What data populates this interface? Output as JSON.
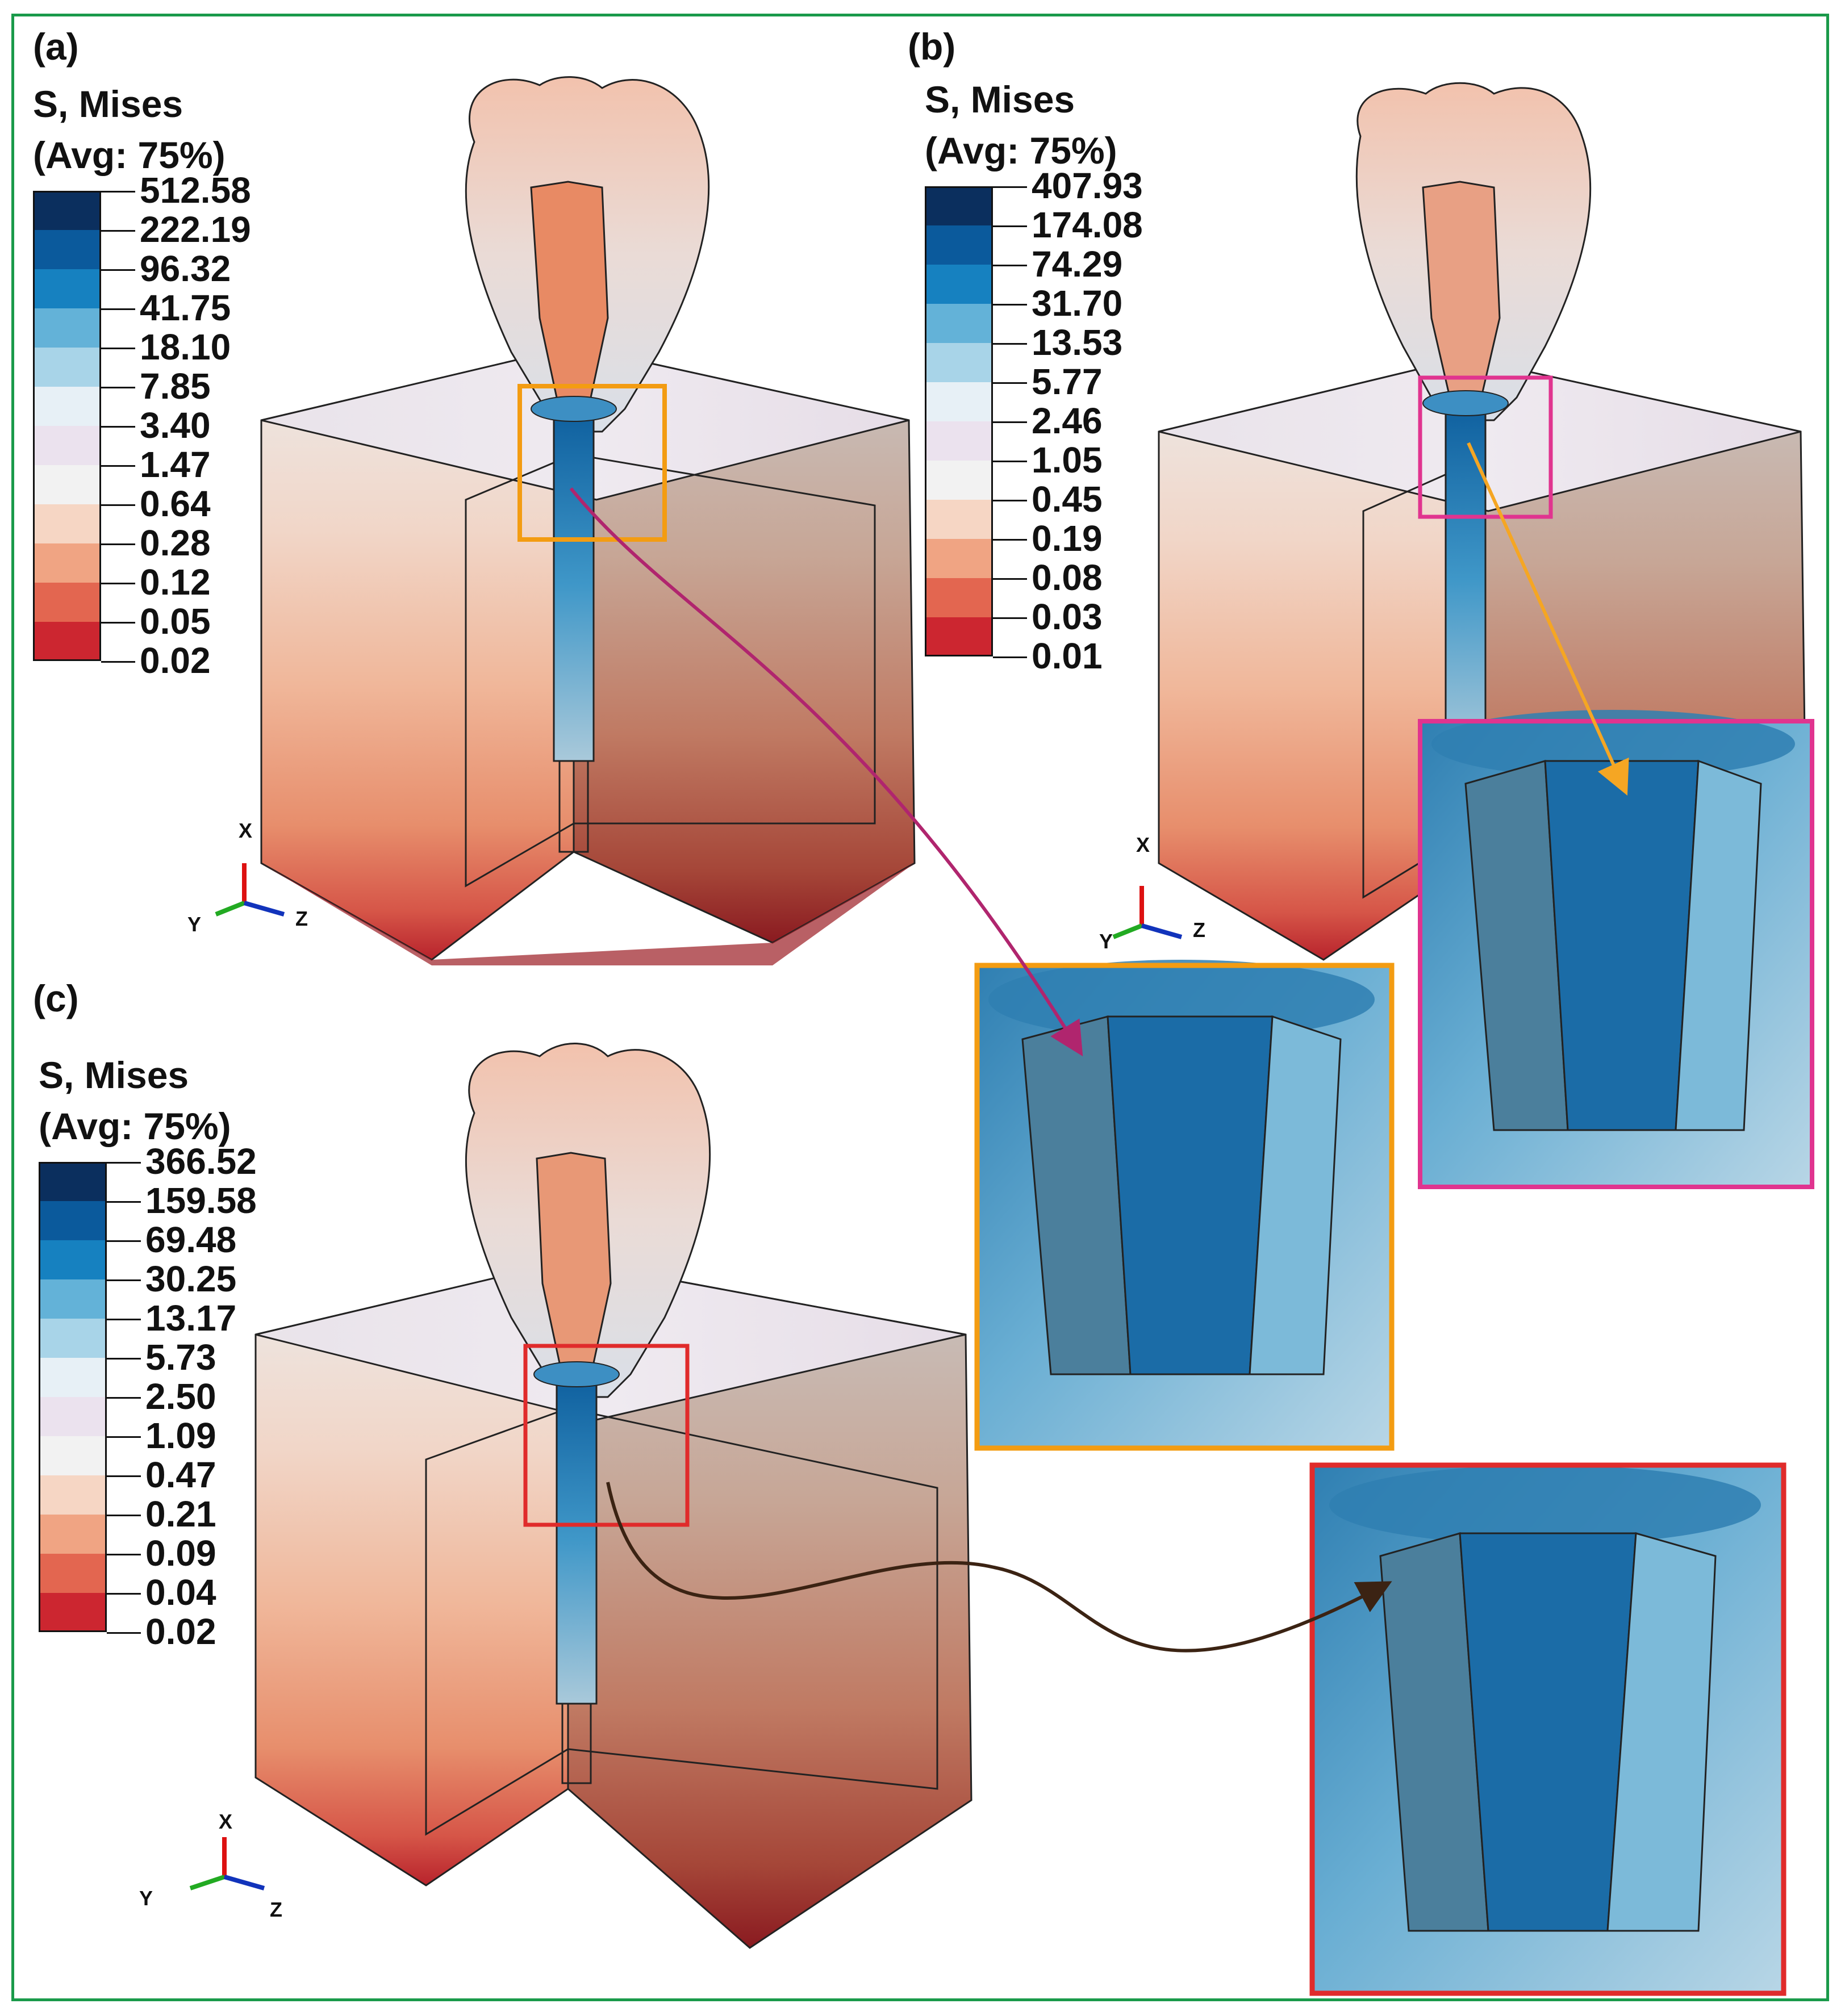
{
  "panels": [
    {
      "label": "(a)",
      "legend": {
        "title_line1": "S, Mises",
        "title_line2": "(Avg: 75%)",
        "values": [
          "512.58",
          "222.19",
          "96.32",
          "41.75",
          "18.10",
          "7.85",
          "3.40",
          "1.47",
          "0.64",
          "0.28",
          "0.12",
          "0.05",
          "0.02"
        ]
      },
      "axes": {
        "x": "X",
        "y": "Y",
        "z": "Z"
      }
    },
    {
      "label": "(b)",
      "legend": {
        "title_line1": "S, Mises",
        "title_line2": "(Avg: 75%)",
        "values": [
          "407.93",
          "174.08",
          "74.29",
          "31.70",
          "13.53",
          "5.77",
          "2.46",
          "1.05",
          "0.45",
          "0.19",
          "0.08",
          "0.03",
          "0.01"
        ]
      },
      "axes": {
        "x": "X",
        "y": "Y",
        "z": "Z"
      }
    },
    {
      "label": "(c)",
      "legend": {
        "title_line1": "S, Mises",
        "title_line2": "(Avg: 75%)",
        "values": [
          "366.52",
          "159.58",
          "69.48",
          "30.25",
          "13.17",
          "5.73",
          "2.50",
          "1.09",
          "0.47",
          "0.21",
          "0.09",
          "0.04",
          "0.02"
        ]
      },
      "axes": {
        "x": "X",
        "y": "Y",
        "z": "Z"
      }
    }
  ],
  "colormap": [
    "#0b2f5e",
    "#0b5a9c",
    "#1681c0",
    "#63b2d8",
    "#a8d4e8",
    "#e7f0f6",
    "#ebe2ee",
    "#f2f2f2",
    "#f6d6c4",
    "#f0a483",
    "#e36650",
    "#cc2630",
    "#7a0b1e"
  ],
  "frame_color": "#1a9a4a",
  "callout_colors": {
    "a": "#f39c12",
    "b": "#e0348f",
    "c": "#e02b2b"
  }
}
